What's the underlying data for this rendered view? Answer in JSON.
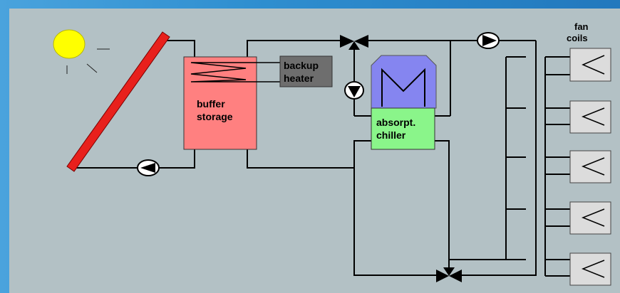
{
  "labels": {
    "fan_coils_1": "fan",
    "fan_coils_2": "coils",
    "backup_heater_1": "backup",
    "backup_heater_2": "heater",
    "buffer_storage_1": "buffer",
    "buffer_storage_2": "storage",
    "chiller_1": "absorpt.",
    "chiller_2": "chiller"
  },
  "colors": {
    "background": "#b3c1c5",
    "sun": "#ffff00",
    "collector": "#e8201c",
    "buffer_storage": "#ff8080",
    "backup_heater": "#6e6e6e",
    "cooling_tower": "#8585f0",
    "chiller": "#8af58a",
    "fan_coil": "#dcdcdc"
  }
}
